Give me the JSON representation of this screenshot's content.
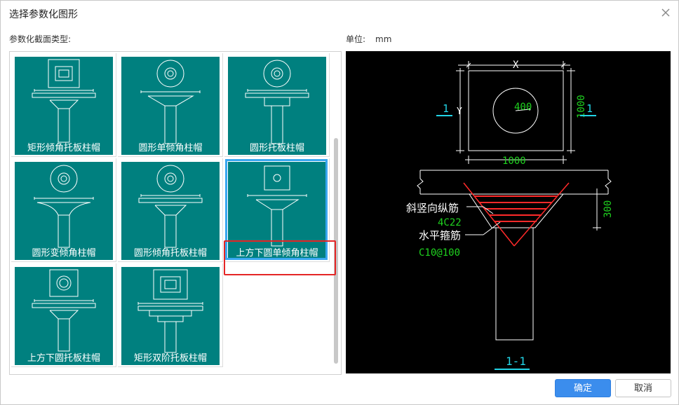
{
  "dialog": {
    "title": "选择参数化图形",
    "section_label": "参数化截面类型:",
    "unit_label": "单位:",
    "unit_value": "mm"
  },
  "gallery": [
    {
      "label": "矩形倾角托板柱帽",
      "selected": false
    },
    {
      "label": "圆形单倾角柱帽",
      "selected": false
    },
    {
      "label": "圆形托板柱帽",
      "selected": false
    },
    {
      "label": "圆形变倾角柱帽",
      "selected": false
    },
    {
      "label": "圆形倾角托板柱帽",
      "selected": false
    },
    {
      "label": "上方下圆单倾角柱帽",
      "selected": true
    },
    {
      "label": "上方下圆托板柱帽",
      "selected": false
    },
    {
      "label": "矩形双阶托板柱帽",
      "selected": false
    }
  ],
  "preview": {
    "x_label": "X",
    "y_label": "Y",
    "circle_dim": "400",
    "right_dim": "1000",
    "bottom_dim": "1000",
    "section_mark_left": "1",
    "section_mark_right": "1",
    "depth_dim": "300",
    "label_diag_bars": "斜竖向纵筋",
    "label_diag_value": "4C22",
    "label_stirrup": "水平箍筋",
    "label_stirrup_value": "C10@100",
    "section_title": "1-1"
  },
  "buttons": {
    "ok": "确定",
    "cancel": "取消"
  }
}
